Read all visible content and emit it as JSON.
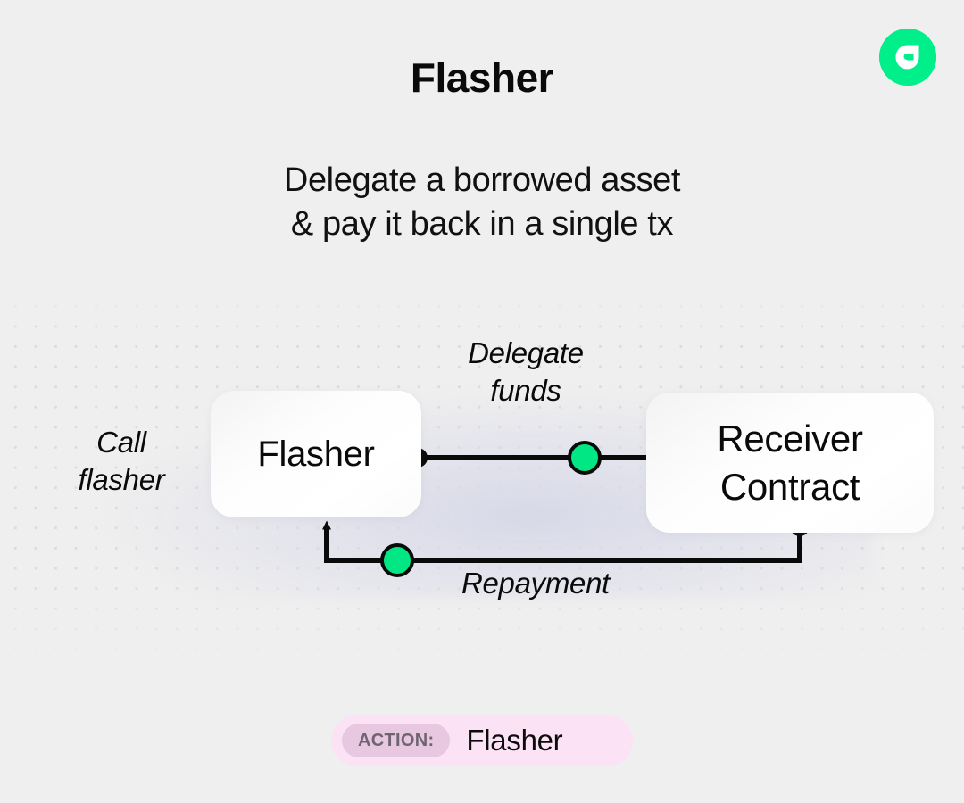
{
  "brand": {
    "logo_icon": "flow-logo-icon",
    "logo_color": "#00EF8B",
    "logo_mark_color": "#FFFFFF"
  },
  "header": {
    "title": "Flasher",
    "subtitle_line1": "Delegate a borrowed asset",
    "subtitle_line2": "& pay it back in a single tx"
  },
  "diagram": {
    "nodes": [
      {
        "id": "flasher",
        "label": "Flasher"
      },
      {
        "id": "receiver",
        "label_line1": "Receiver",
        "label_line2": "Contract"
      }
    ],
    "labels": {
      "call_line1": "Call",
      "call_line2": "flasher",
      "delegate_line1": "Delegate",
      "delegate_line2": "funds",
      "repayment": "Repayment"
    },
    "colors": {
      "accent_green": "#00E783",
      "wire": "#0A0A0A",
      "background": "#EFEFEF",
      "card": "#FFFFFF"
    },
    "connectors": [
      {
        "id": "delegate-flow",
        "from": "flasher",
        "to": "receiver",
        "direction": "right",
        "marker": "green-node"
      },
      {
        "id": "repayment-flow",
        "from": "receiver",
        "to": "flasher",
        "direction": "up",
        "marker": "green-node"
      }
    ]
  },
  "action": {
    "tag": "ACTION:",
    "value": "Flasher",
    "pill_color": "#FBE2F4",
    "tag_color": "#E7C8E0"
  }
}
